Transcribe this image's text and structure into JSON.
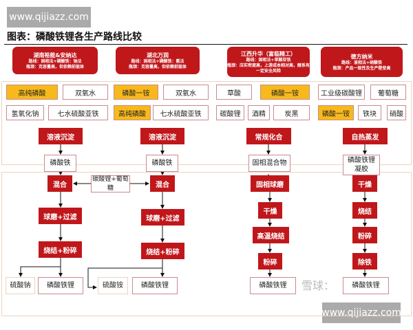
{
  "watermark": "www.qijiazz.com",
  "title": "图表：磷酸铁锂各生产路线比较",
  "routes": [
    {
      "name": "湖南裕能&安纳达",
      "route": "路线：固相法+磷酸铁：钠法",
      "bottleneck": "瓶颈：克容量高，但依赖前驱体"
    },
    {
      "name": "湖北万润",
      "route": "路线：固相法+磷酸铁：氨法",
      "bottleneck": "瓶颈：克容量高，但依赖前驱体"
    },
    {
      "name": "江西升华（富临精工）",
      "route": "路线：固相法+草酸亚铁",
      "bottleneck": "瓶颈：压实密度高，上游成本相对高，醇系有一定安全风险"
    },
    {
      "name": "德方纳米",
      "route": "路线：液相法+硝酸铁",
      "bottleneck": "瓶颈：产品一致性及生产壁垒高"
    }
  ],
  "inputs": {
    "c1": [
      "高纯磷酸",
      "双氧水",
      "氢氧化钠",
      "七水硫酸亚铁"
    ],
    "c2": [
      "磷酸一铵",
      "双氧水",
      "高纯磷酸",
      "七水硫酸亚铁"
    ],
    "c3": [
      "草酸",
      "磷酸一铵",
      "碳酸锂",
      "酒精",
      "炭黑"
    ],
    "c4": [
      "工业级碳酸锂",
      "葡萄糖",
      "磷酸一铵",
      "铁块",
      "硝酸"
    ]
  },
  "colors": {
    "process": "#c0171b",
    "highlight_input": "#f8b91c",
    "border": "#c98a8e"
  },
  "steps": {
    "c1": [
      "溶液沉淀",
      "磷酸铁",
      "混合",
      "球磨+过滤",
      "烧结+粉碎",
      "硫酸钠",
      "磷酸铁锂"
    ],
    "shared": "碳酸锂+葡萄糖",
    "c2": [
      "溶液沉淀",
      "磷酸铁",
      "混合",
      "球磨+过滤",
      "烧结+粉碎",
      "硫酸铵",
      "磷酸铁锂"
    ],
    "c3": [
      "常规化合",
      "固相混合物",
      "固相球磨",
      "干燥",
      "高温烧结",
      "粉碎",
      "磷酸铁锂"
    ],
    "c4": [
      "自热蒸发",
      "磷酸铁锂凝胶",
      "干燥",
      "烧结",
      "粉碎",
      "除铁",
      "磷酸铁锂"
    ]
  },
  "xueqiu_watermark": "雪球："
}
